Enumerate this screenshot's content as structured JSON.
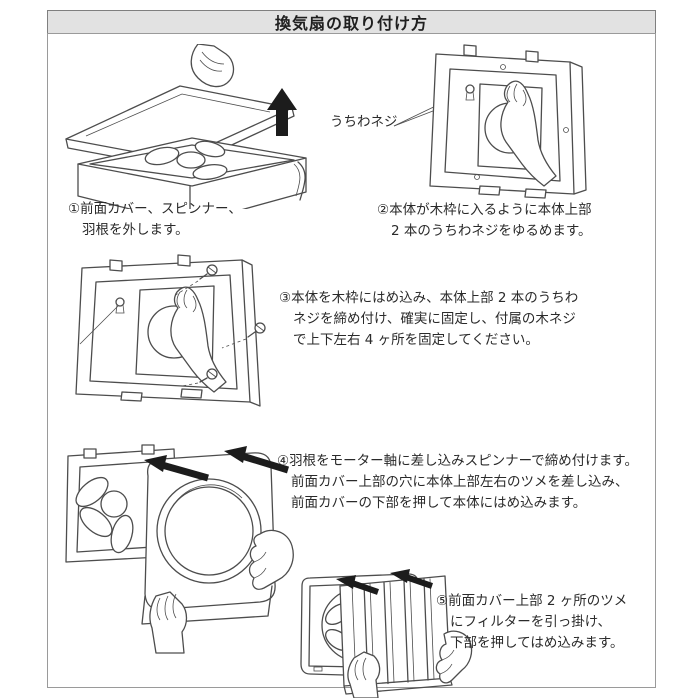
{
  "header": {
    "title": "換気扇の取り付け方"
  },
  "callout": {
    "uchiwa_screw_label": "うちわネジ"
  },
  "steps": [
    {
      "number": "①",
      "illustration": "lift-front-cover-off-fan-unit",
      "lines": [
        "①前面カバー、スピンナー、",
        "羽根を外します。"
      ]
    },
    {
      "number": "②",
      "illustration": "hand-loosening-wing-screws-in-fan-body",
      "lines": [
        "②本体が木枠に入るように本体上部",
        "2 本のうちわネジをゆるめます。"
      ]
    },
    {
      "number": "③",
      "illustration": "fixing-fan-body-with-wood-screws",
      "lines": [
        "③本体を木枠にはめ込み、本体上部 2 本のうちわ",
        "ネジを締め付け、確実に固定し、付属の木ネジ",
        "で上下左右 4 ヶ所を固定してください。"
      ]
    },
    {
      "number": "④",
      "illustration": "attaching-front-cover-to-fan-body",
      "lines": [
        "④羽根をモーター軸に差し込みスピンナーで締め付けます。",
        "前面カバー上部の穴に本体上部左右のツメを差し込み、",
        "前面カバーの下部を押して本体にはめ込みます。"
      ]
    },
    {
      "number": "⑤",
      "illustration": "hooking-filter-onto-front-cover",
      "lines": [
        "⑤前面カバー上部 2 ヶ所のツメ",
        "にフィルターを引っ掛け、",
        "下部を押してはめ込みます。"
      ]
    }
  ],
  "colors": {
    "header_bg": "#e2e2e2",
    "box_border": "#9a9a9a",
    "line_art": "#4d4d4d",
    "text": "#2a2a2a",
    "arrow": "#1c1c1c"
  }
}
